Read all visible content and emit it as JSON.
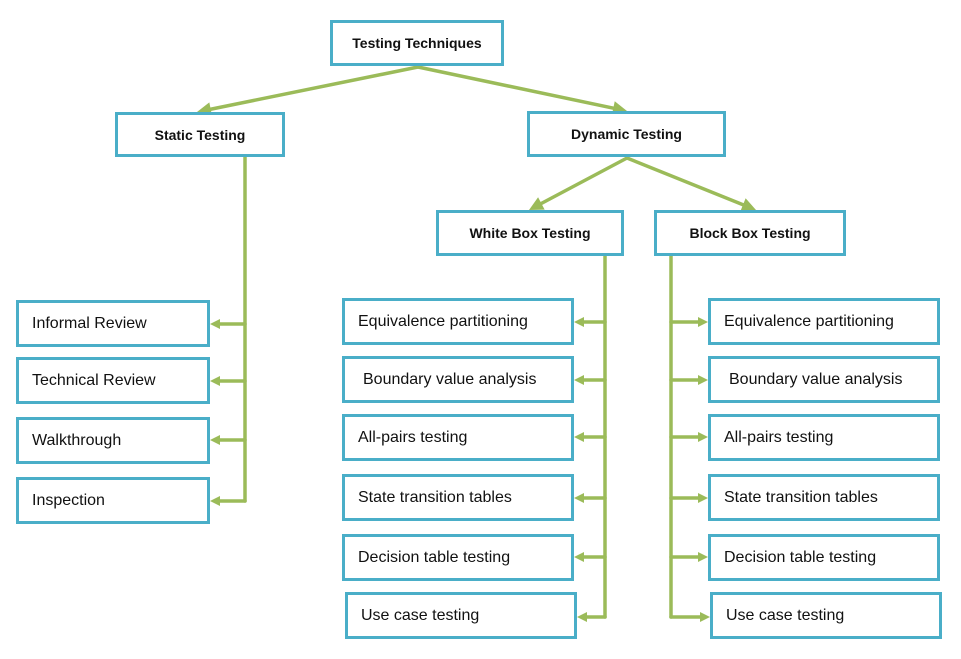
{
  "colors": {
    "box_border": "#4aaec8",
    "connector": "#9bbb59",
    "text": "#111111"
  },
  "nodes": {
    "root": "Testing Techniques",
    "static": "Static Testing",
    "dynamic": "Dynamic Testing",
    "white_box": "White Box Testing",
    "block_box": "Block Box Testing"
  },
  "static_items": [
    "Informal Review",
    "Technical Review",
    "Walkthrough",
    "Inspection"
  ],
  "white_box_items": [
    "Equivalence partitioning",
    "Boundary value analysis",
    "All-pairs testing",
    "State transition tables",
    "Decision table testing",
    "Use case testing"
  ],
  "block_box_items": [
    "Equivalence partitioning",
    "Boundary value analysis",
    "All-pairs testing",
    "State transition tables",
    "Decision table testing",
    "Use case testing"
  ]
}
